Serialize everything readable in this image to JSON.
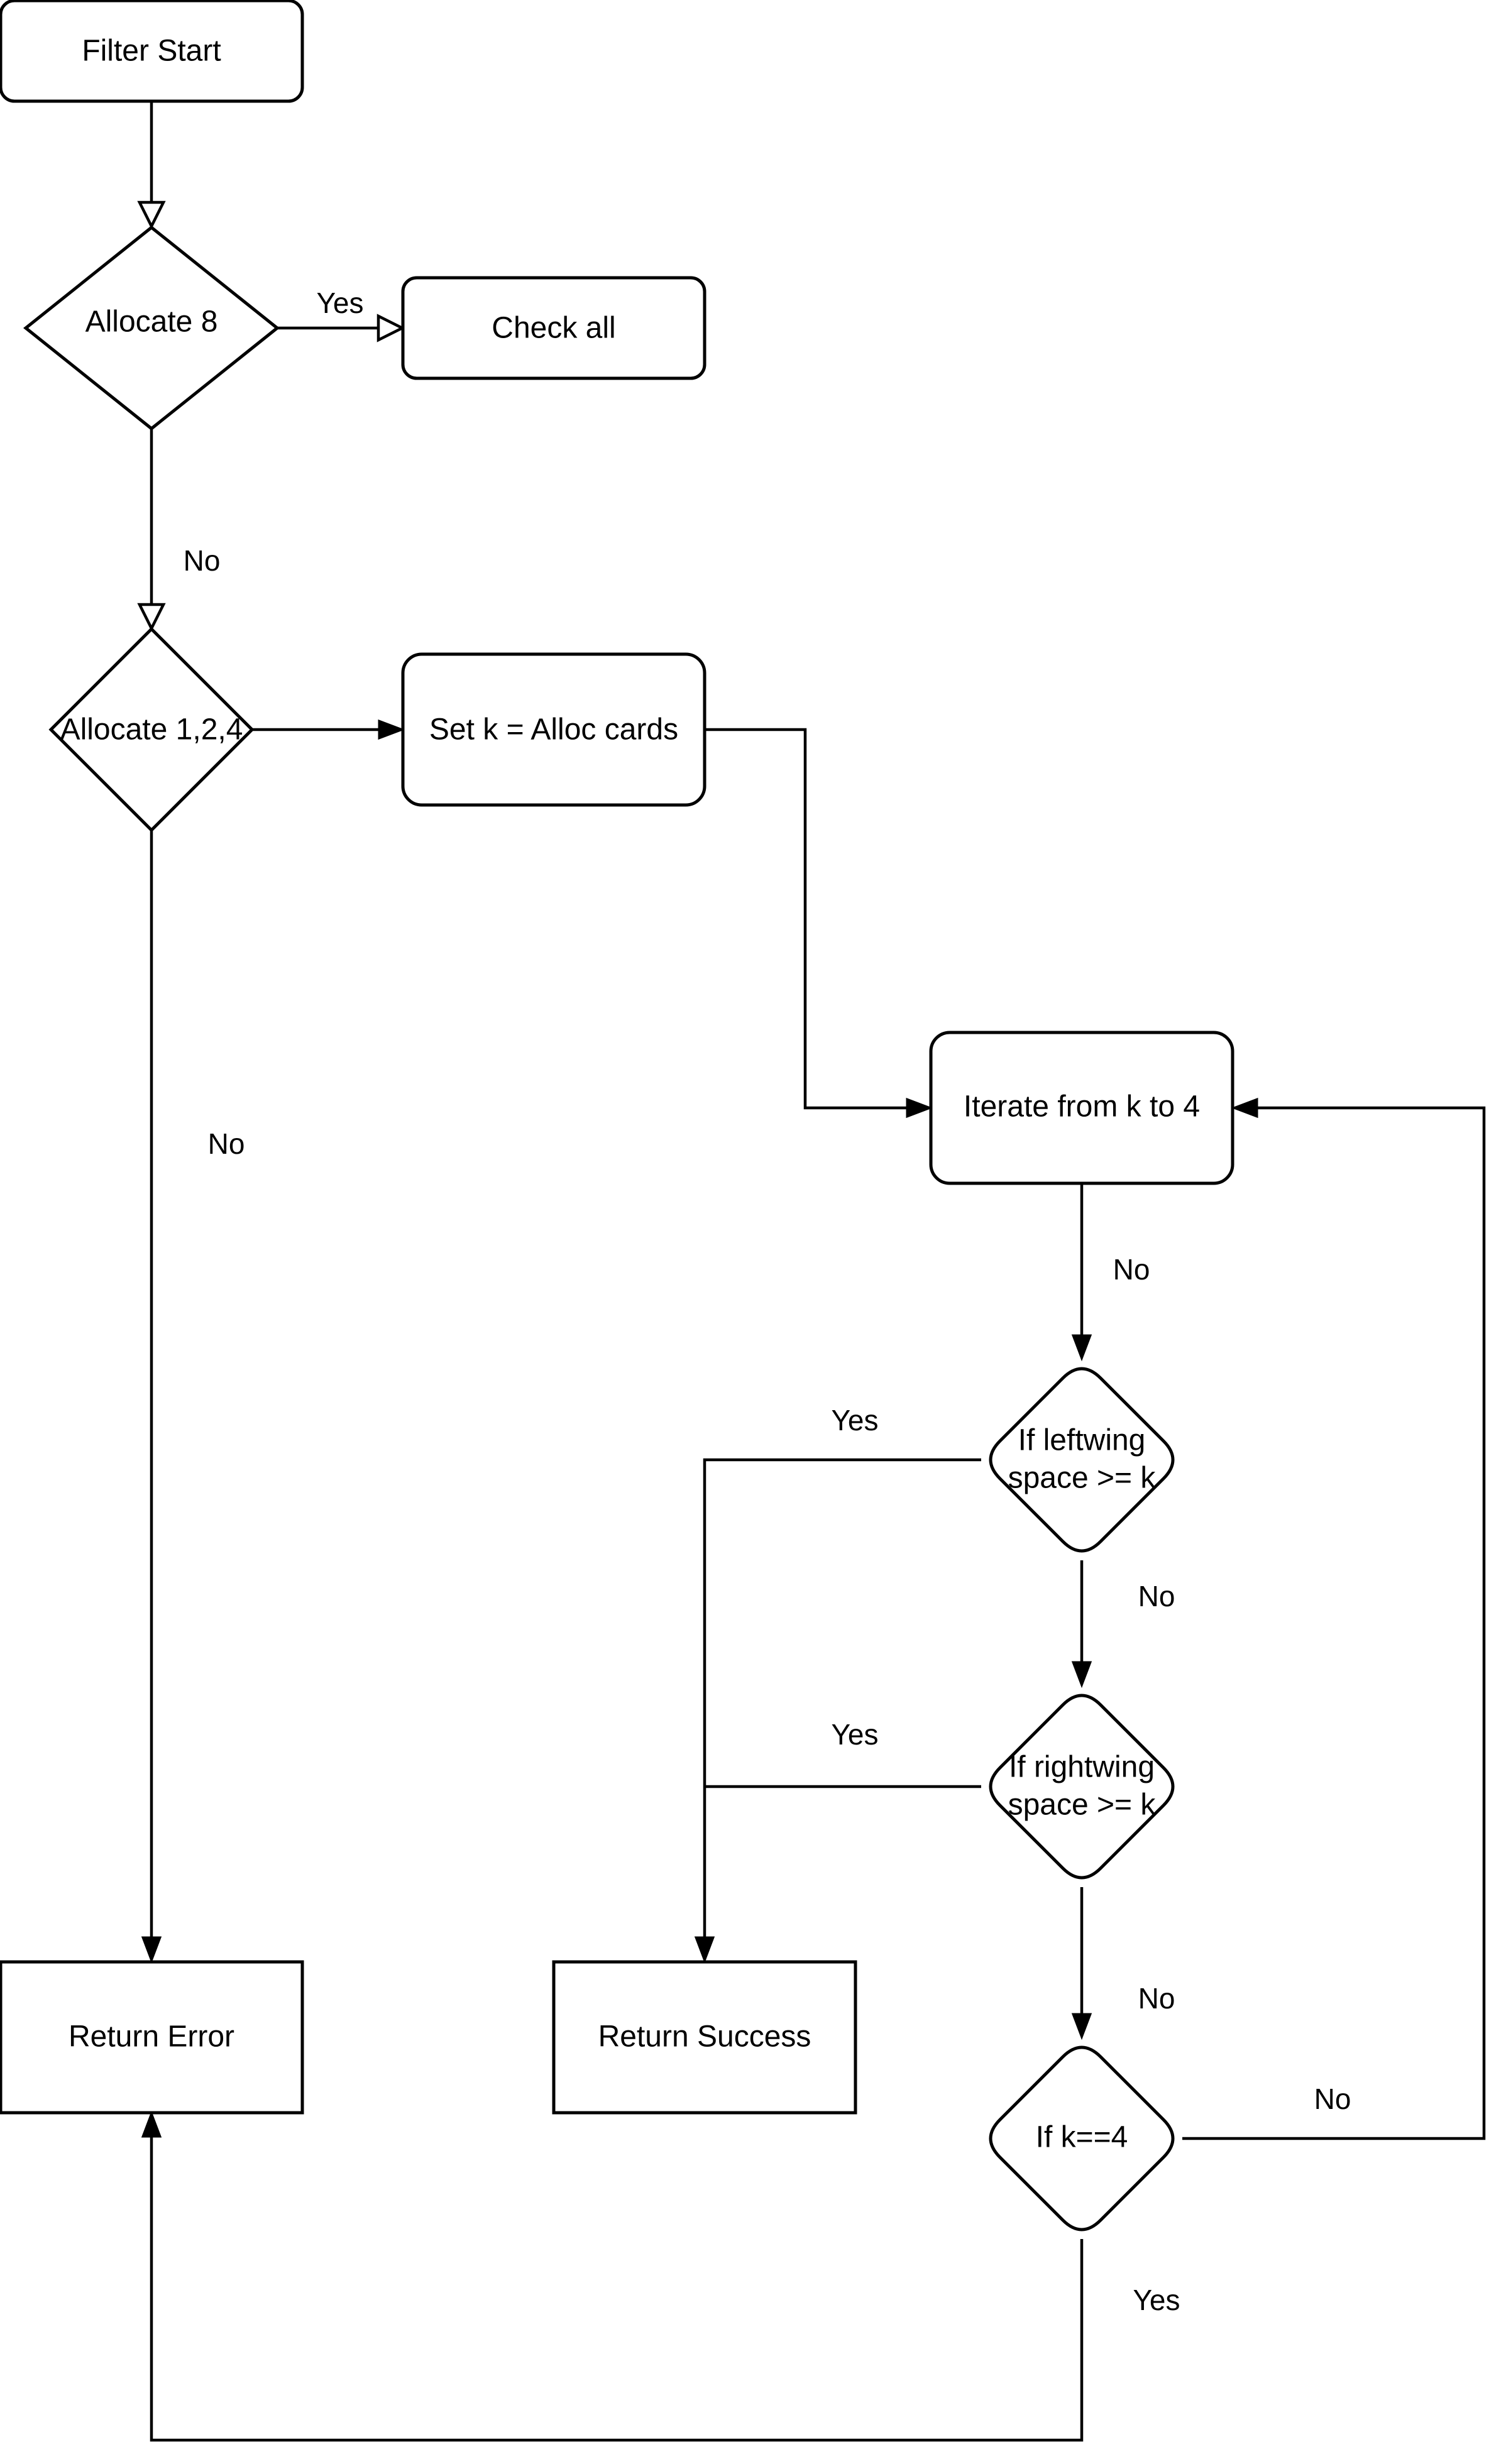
{
  "nodes": {
    "filter_start": "Filter Start",
    "allocate_8": "Allocate 8",
    "check_all": "Check all",
    "allocate_124": "Allocate 1,2,4",
    "set_k": "Set k = Alloc cards",
    "iterate": "Iterate from k to 4",
    "leftwing": [
      "If leftwing",
      "space >= k"
    ],
    "rightwing": [
      "If rightwing",
      "space >= k"
    ],
    "k_eq_4": "If k==4",
    "return_error": "Return Error",
    "return_success": "Return Success"
  },
  "edge_labels": {
    "alloc8_yes": "Yes",
    "alloc8_no": "No",
    "alloc124_no": "No",
    "iterate_no": "No",
    "leftwing_yes": "Yes",
    "leftwing_no": "No",
    "rightwing_yes": "Yes",
    "rightwing_no": "No",
    "k4_no": "No",
    "k4_yes": "Yes"
  }
}
